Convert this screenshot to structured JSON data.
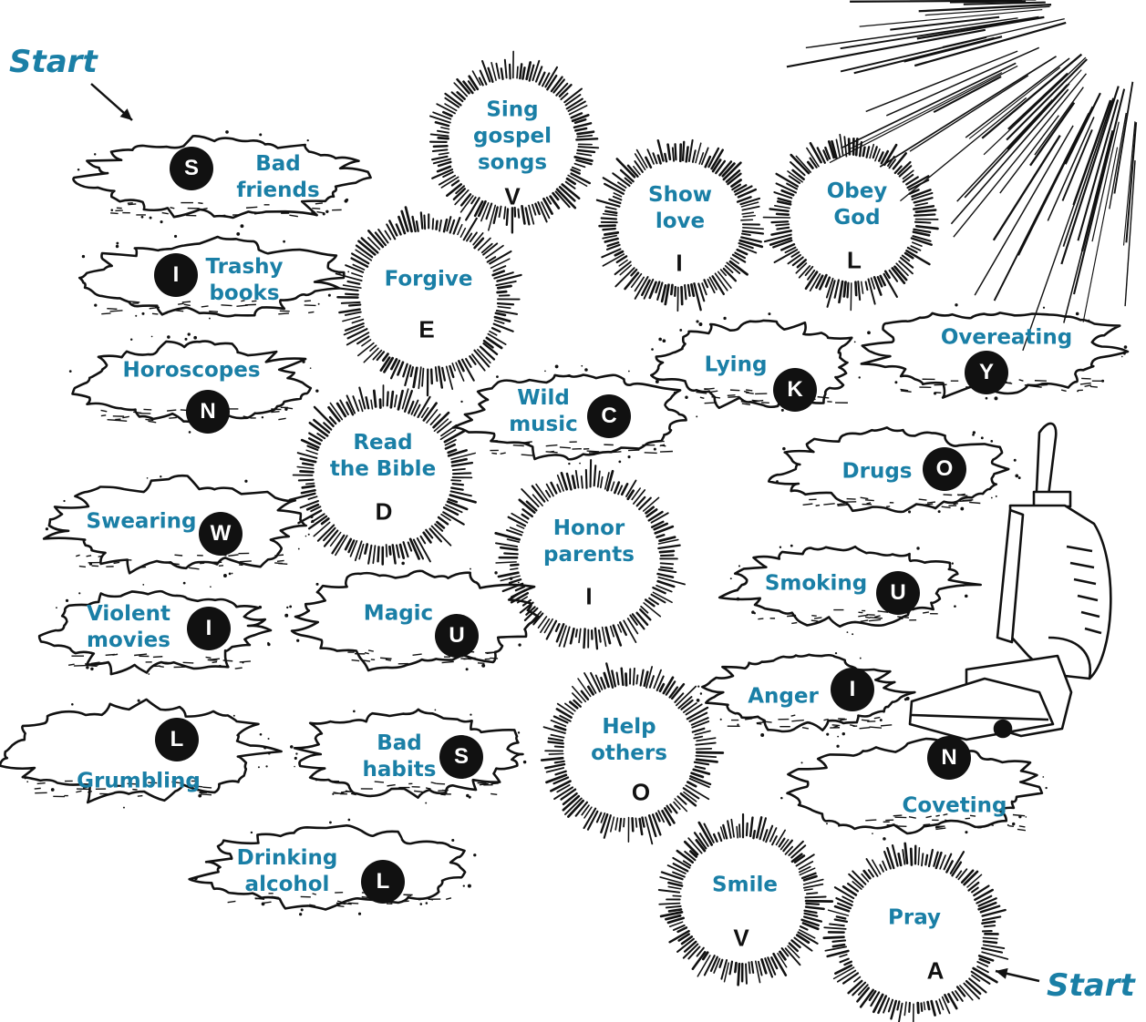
{
  "start_labels": [
    "Start",
    "Start"
  ],
  "clouds": [
    {
      "label": "Bad\nfriends",
      "letter": "S"
    },
    {
      "label": "Trashy\nbooks",
      "letter": "I"
    },
    {
      "label": "Horoscopes",
      "letter": "N"
    },
    {
      "label": "Swearing",
      "letter": "W"
    },
    {
      "label": "Violent\nmovies",
      "letter": "I"
    },
    {
      "label": "Grumbling",
      "letter": "L"
    },
    {
      "label": "Drinking\nalcohol",
      "letter": "L"
    },
    {
      "label": "Bad\nhabits",
      "letter": "S"
    },
    {
      "label": "Magic",
      "letter": "U"
    },
    {
      "label": "Wild\nmusic",
      "letter": "C"
    },
    {
      "label": "Lying",
      "letter": "K"
    },
    {
      "label": "Overeating",
      "letter": "Y"
    },
    {
      "label": "Drugs",
      "letter": "O"
    },
    {
      "label": "Smoking",
      "letter": "U"
    },
    {
      "label": "Anger",
      "letter": "I"
    },
    {
      "label": "Coveting",
      "letter": "N"
    }
  ],
  "suns": [
    {
      "label": "Sing\ngospel\nsongs",
      "letter": "V"
    },
    {
      "label": "Forgive",
      "letter": "E"
    },
    {
      "label": "Show\nlove",
      "letter": "I"
    },
    {
      "label": "Obey\nGod",
      "letter": "L"
    },
    {
      "label": "Read\nthe Bible",
      "letter": "D"
    },
    {
      "label": "Honor\nparents",
      "letter": "I"
    },
    {
      "label": "Help\nothers",
      "letter": "O"
    },
    {
      "label": "Smile",
      "letter": "V"
    },
    {
      "label": "Pray",
      "letter": "A"
    }
  ],
  "colors": {
    "label": "#1a7fa6",
    "ink": "#111111"
  },
  "icons": [
    "sun-rays-icon",
    "vacuum-cleaner-icon",
    "arrow-icon"
  ]
}
